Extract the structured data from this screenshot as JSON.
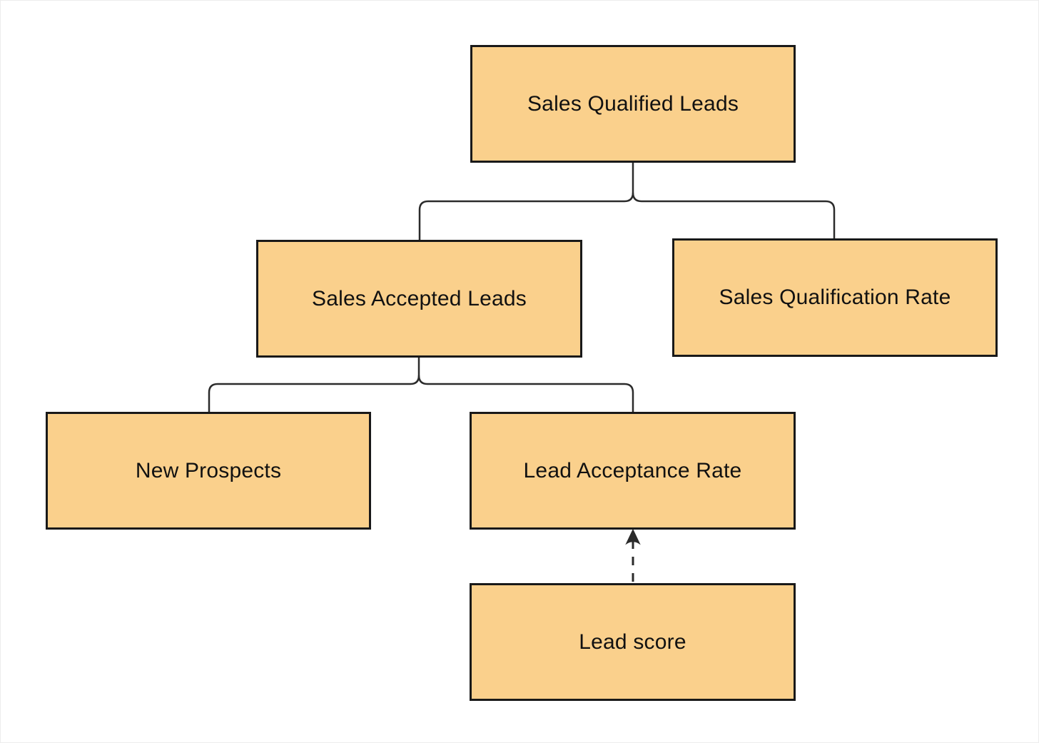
{
  "diagram": {
    "type": "tree-flowchart",
    "palette": {
      "node_fill": "#FAD08C",
      "node_border": "#191919",
      "connector_line": "#2b2b2b",
      "text_color": "#111111",
      "background": "#ffffff"
    },
    "nodes": [
      {
        "id": "sales-qualified-leads",
        "label": "Sales Qualified Leads"
      },
      {
        "id": "sales-accepted-leads",
        "label": "Sales Accepted Leads"
      },
      {
        "id": "sales-qualification-rate",
        "label": "Sales Qualification Rate"
      },
      {
        "id": "new-prospects",
        "label": "New Prospects"
      },
      {
        "id": "lead-acceptance-rate",
        "label": "Lead Acceptance Rate"
      },
      {
        "id": "lead-score",
        "label": "Lead score"
      }
    ],
    "edges": [
      {
        "from": "sales-qualified-leads",
        "to": "sales-accepted-leads",
        "style": "solid-elbow"
      },
      {
        "from": "sales-qualified-leads",
        "to": "sales-qualification-rate",
        "style": "solid-elbow"
      },
      {
        "from": "sales-accepted-leads",
        "to": "new-prospects",
        "style": "solid-elbow"
      },
      {
        "from": "sales-accepted-leads",
        "to": "lead-acceptance-rate",
        "style": "solid-elbow"
      },
      {
        "from": "lead-score",
        "to": "lead-acceptance-rate",
        "style": "dashed-arrow-up"
      }
    ]
  }
}
